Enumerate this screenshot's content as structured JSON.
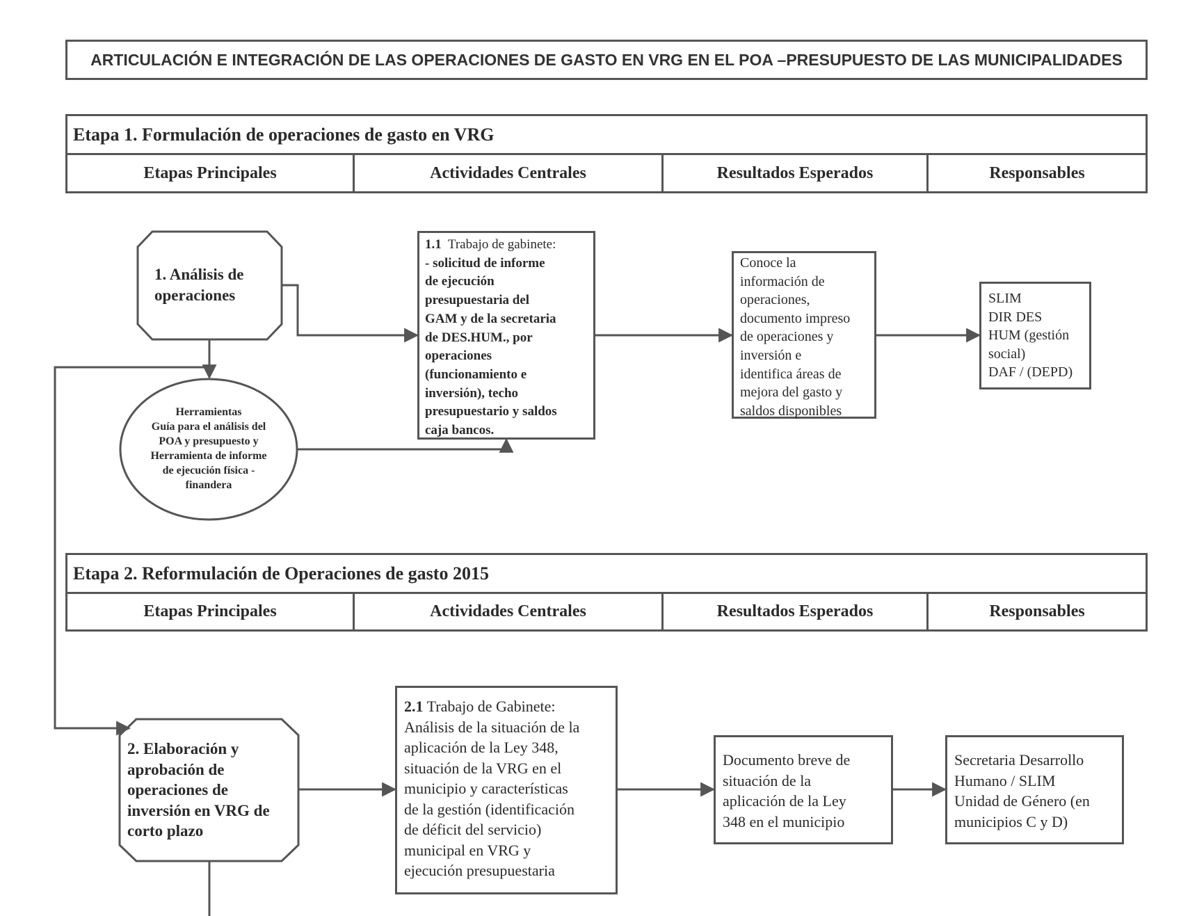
{
  "header": {
    "title": "ARTICULACIÓN E INTEGRACIÓN DE LAS OPERACIONES DE GASTO EN VRG EN EL POA –PRESUPUESTO DE LAS MUNICIPALIDADES"
  },
  "columns": [
    "Etapas Principales",
    "Actividades Centrales",
    "Resultados Esperados",
    "Responsables"
  ],
  "stage1": {
    "title": "Etapa 1. Formulación de operaciones de gasto en VRG",
    "node": "1.  Análisis de\noperaciones",
    "tools": "Herramientas\nGuía para el análisis del\nPOA y presupuesto y\nHerramienta de informe\nde ejecución  física -\nfinandera",
    "activity_num": "1.1",
    "activity_lead": "  Trabajo de gabinete:",
    "activity_body": "- solicitud de informe\nde ejecución\npresupuestaria  del\nGAM y de la secretaria\nde DES.HUM., por\noperaciones\n(funcionamiento e\ninversión),  techo\npresupuestario y saldos\ncaja bancos.",
    "result": "Conoce la\ninformación de\noperaciones,\ndocumento impreso\nde operaciones y\ninversión e\nidentifica áreas de\nmejora del gasto y\nsaldos disponibles",
    "responsible": "SLIM\nDIR DES\nHUM (gestión\nsocial)\nDAF / (DEPD)"
  },
  "stage2": {
    "title": "Etapa 2. Reformulación de Operaciones de gasto 2015",
    "node": "2. Elaboración y\naprobación de\noperaciones de\ninversión en VRG de\ncorto plazo",
    "activity_num": "2.1",
    "activity_lead": " Trabajo de Gabinete:",
    "activity_body": "Análisis de la situación de la\naplicación de la Ley 348,\nsituación de la VRG en el\nmunicipio y  características\nde la  gestión (identificación\nde déficit del servicio)\nmunicipal en VRG y\nejecución presupuestaria",
    "result": "Documento breve de\nsituación de la\naplicación de la Ley\n348 en el municipio",
    "responsible": "Secretaria Desarrollo\nHumano / SLIM\nUnidad de Género  (en\nmunicipios C y D)"
  }
}
